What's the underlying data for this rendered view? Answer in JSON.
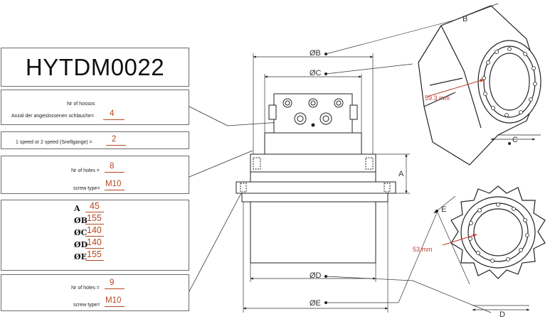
{
  "title": "HYTDM0022",
  "hoses": {
    "label_en": "Nr of hossos",
    "label_de": "Anzal der angeslossenen schlauche=",
    "value": "4"
  },
  "speed": {
    "label": "1 speed or 2 speed (Snellgange)  =",
    "value": "2"
  },
  "holes_top": {
    "holes_label": "Nr of holes =",
    "holes_value": "8",
    "screw_label": "screw type=",
    "screw_value": "M10"
  },
  "dimensions": [
    {
      "key": "A",
      "value": "45"
    },
    {
      "key": "ØB",
      "value": "155"
    },
    {
      "key": "ØC",
      "value": "140"
    },
    {
      "key": "ØD",
      "value": "140"
    },
    {
      "key": "ØE",
      "value": "155"
    }
  ],
  "holes_bottom": {
    "holes_label": "Nr of holes =",
    "holes_value": "9",
    "screw_label": "screw type=",
    "screw_value": "M10"
  },
  "drawing": {
    "label_b": "ØB",
    "label_c": "ØC",
    "label_d": "ØD",
    "label_e": "ØE",
    "label_a": "A",
    "detail_b": "B",
    "detail_c": "C",
    "detail_e": "E",
    "detail_d": "D",
    "mm_top": "59.3 mm",
    "mm_bottom": "53 mm"
  },
  "colors": {
    "value_text": "#b8461e",
    "measure_red": "#c0392b",
    "line": "#222222"
  }
}
